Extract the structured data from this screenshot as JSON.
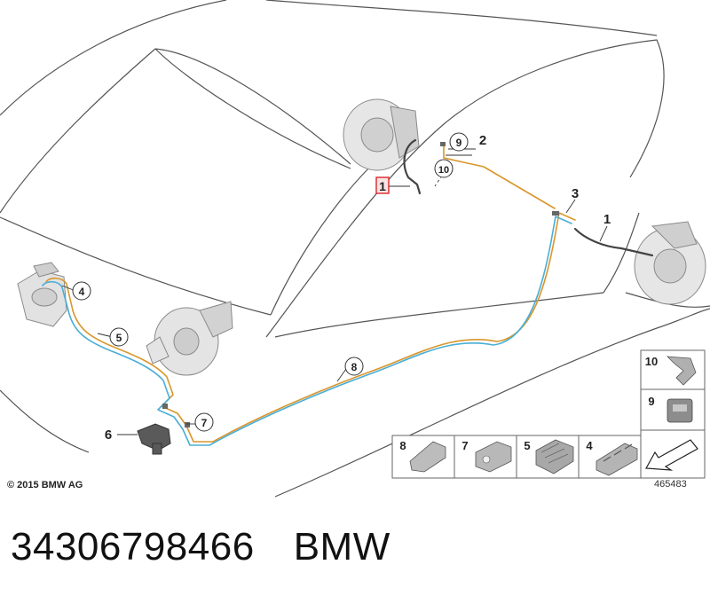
{
  "diagram": {
    "callouts": [
      {
        "id": "callout-1-top",
        "label": "1",
        "highlighted": true
      },
      {
        "id": "callout-2",
        "label": "2"
      },
      {
        "id": "callout-9-top",
        "label": "9",
        "circled": true
      },
      {
        "id": "callout-10-top",
        "label": "10",
        "circled": true
      },
      {
        "id": "callout-3",
        "label": "3"
      },
      {
        "id": "callout-1-right",
        "label": "1"
      },
      {
        "id": "callout-4",
        "label": "4",
        "circled": true
      },
      {
        "id": "callout-5",
        "label": "5",
        "circled": true
      },
      {
        "id": "callout-6",
        "label": "6"
      },
      {
        "id": "callout-7",
        "label": "7",
        "circled": true
      },
      {
        "id": "callout-8",
        "label": "8",
        "circled": true
      }
    ],
    "legend_parts": [
      {
        "label": "10",
        "icon": "bracket-clip-icon"
      },
      {
        "label": "9",
        "icon": "grommet-clip-icon"
      },
      {
        "label": "8",
        "icon": "line-clip-icon"
      },
      {
        "label": "7",
        "icon": "double-clip-icon"
      },
      {
        "label": "5",
        "icon": "multi-clip-icon"
      },
      {
        "label": "4",
        "icon": "triple-clip-icon"
      }
    ],
    "legend_arrow_icon": "scope-arrow-icon",
    "colors": {
      "outline": "#555555",
      "brake_line_blue": "#4aaed6",
      "brake_line_orange": "#d9962b",
      "hose": "#444444",
      "highlight_box": "#d6262c"
    }
  },
  "copyright": "© 2015 BMW AG",
  "diagram_number": "465483",
  "part_number": "34306798466",
  "brand": "BMW"
}
